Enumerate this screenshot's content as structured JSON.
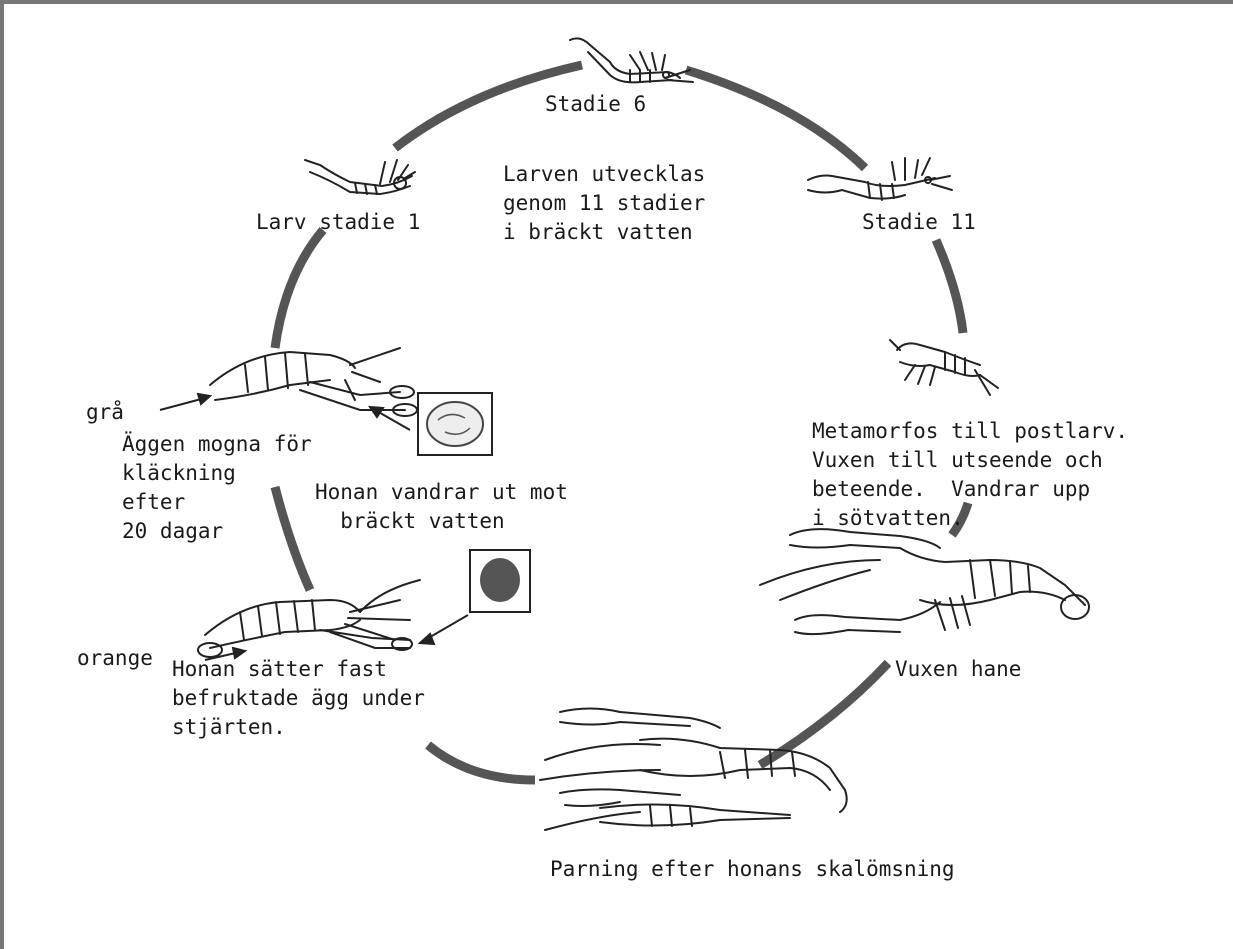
{
  "colors": {
    "arc": "#555555",
    "ink": "#1a1a1a",
    "egg_dark": "#555555",
    "background": "#ffffff"
  },
  "stages": {
    "stadie6": "Stadie 6",
    "stadie11": "Stadie 11",
    "larv_stadie1": "Larv stadie 1",
    "larv_development": "Larven utvecklas\ngenom 11 stadier\ni bräckt vatten",
    "metamorfos": "Metamorfos till postlarv.\nVuxen till utseende och\nbeteende.  Vandrar upp\ni sötvatten.",
    "vuxen_hane": "Vuxen hane",
    "parning": "Parning efter honans skalömsning",
    "honan_fast": "Honan sätter fast\nbefruktade ägg under\nstjärten.",
    "orange": "orange",
    "honan_vandrar": "Honan vandrar ut mot\n  bräckt vatten",
    "gra": "grå",
    "aggen_mogna": "Äggen mogna för\nkläckning\nefter\n20 dagar"
  },
  "icons": {
    "larva_stage6": "larva-icon",
    "larva_stage11": "larva-icon",
    "larva_stage1": "larva-icon",
    "postlarva": "postlarva-icon",
    "adult_male": "prawn-icon",
    "mating_pair": "prawn-pair-icon",
    "female_orange_eggs": "prawn-female-icon",
    "female_grey_eggs": "prawn-female-icon",
    "egg_orange": "egg-icon",
    "egg_grey": "egg-icon"
  }
}
